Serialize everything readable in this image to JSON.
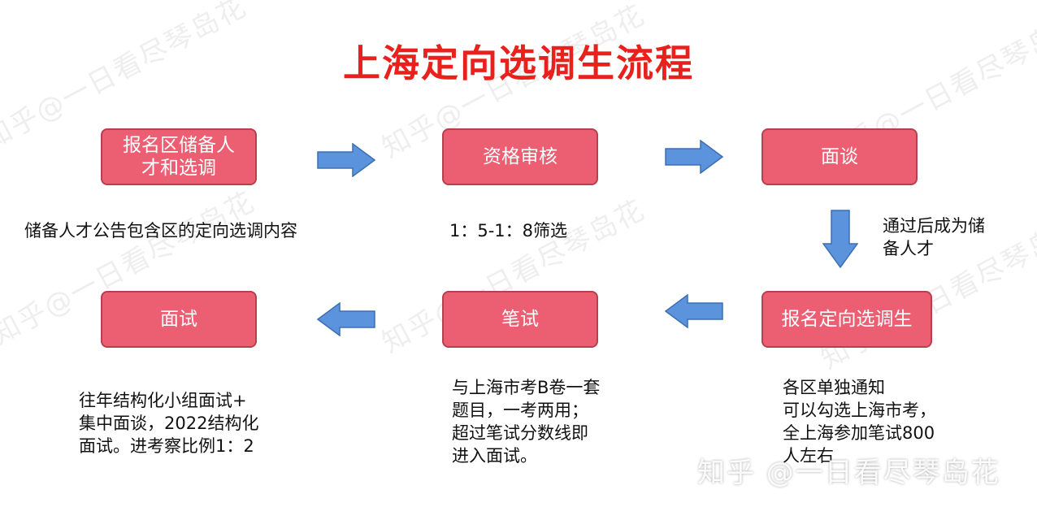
{
  "title": "上海定向选调生流程",
  "watermark": "知乎@一日看尽琴岛花",
  "bottom_watermark": "知乎 @一日看尽琴岛花",
  "colors": {
    "box_fill": "#ec5f73",
    "box_border": "#b7404f",
    "arrow": "#5b93dc",
    "title": "#e8211d"
  },
  "steps": [
    {
      "label": "报名区储备人\n才和选调",
      "note": "储备人才公告包含区的定向选调内容"
    },
    {
      "label": "资格审核",
      "note": "1：5-1：8筛选"
    },
    {
      "label": "面谈",
      "note": "通过后成为储\n备人才"
    },
    {
      "label": "报名定向选调生",
      "note": "各区单独通知\n可以勾选上海市考，\n全上海参加笔试800\n人左右"
    },
    {
      "label": "笔试",
      "note": "与上海市考B卷一套\n题目，一考两用；\n超过笔试分数线即\n进入面试。"
    },
    {
      "label": "面试",
      "note": "往年结构化小组面试+\n集中面谈，2022结构化\n面试。进考察比例1：2"
    }
  ]
}
